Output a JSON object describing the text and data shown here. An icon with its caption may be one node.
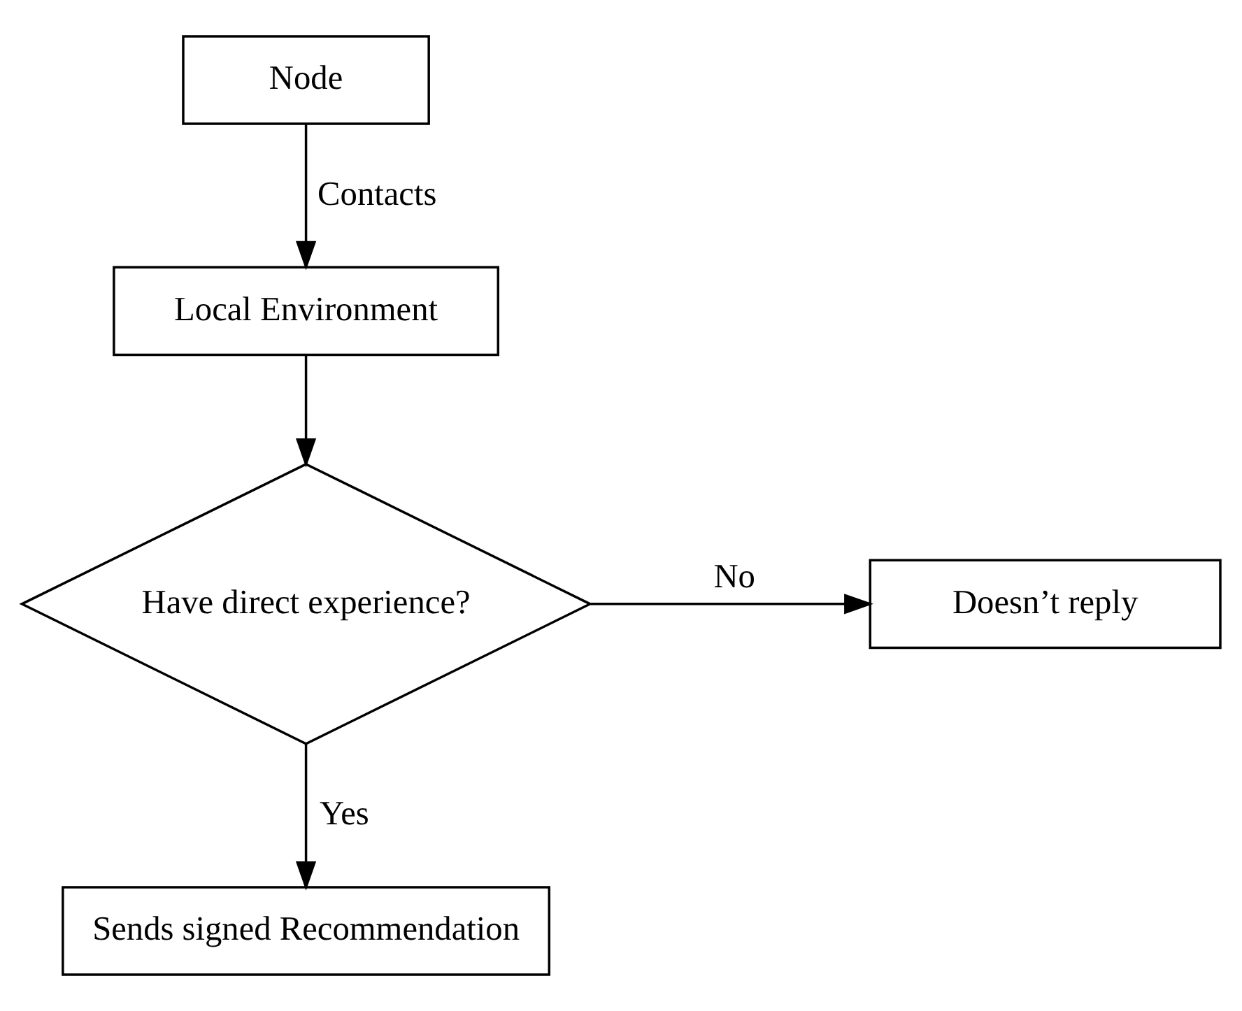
{
  "diagram": {
    "nodes": [
      {
        "text": [
          "Node"
        ]
      },
      {
        "text": [
          "Local Environment"
        ]
      },
      {
        "text": [
          "Have direct experience?"
        ]
      },
      {
        "text": [
          "Doesn’t reply"
        ]
      },
      {
        "text": [
          "Sends signed Recommendation"
        ]
      }
    ],
    "edges": [
      {
        "from": 0,
        "to": 1,
        "arrow": "to",
        "label": "Contacts"
      },
      {
        "from": 1,
        "to": 2,
        "arrow": "to"
      },
      {
        "from": 2,
        "to": 3,
        "arrow": "to",
        "label": "No"
      },
      {
        "from": 2,
        "to": 4,
        "arrow": "to",
        "label": "Yes"
      }
    ]
  }
}
